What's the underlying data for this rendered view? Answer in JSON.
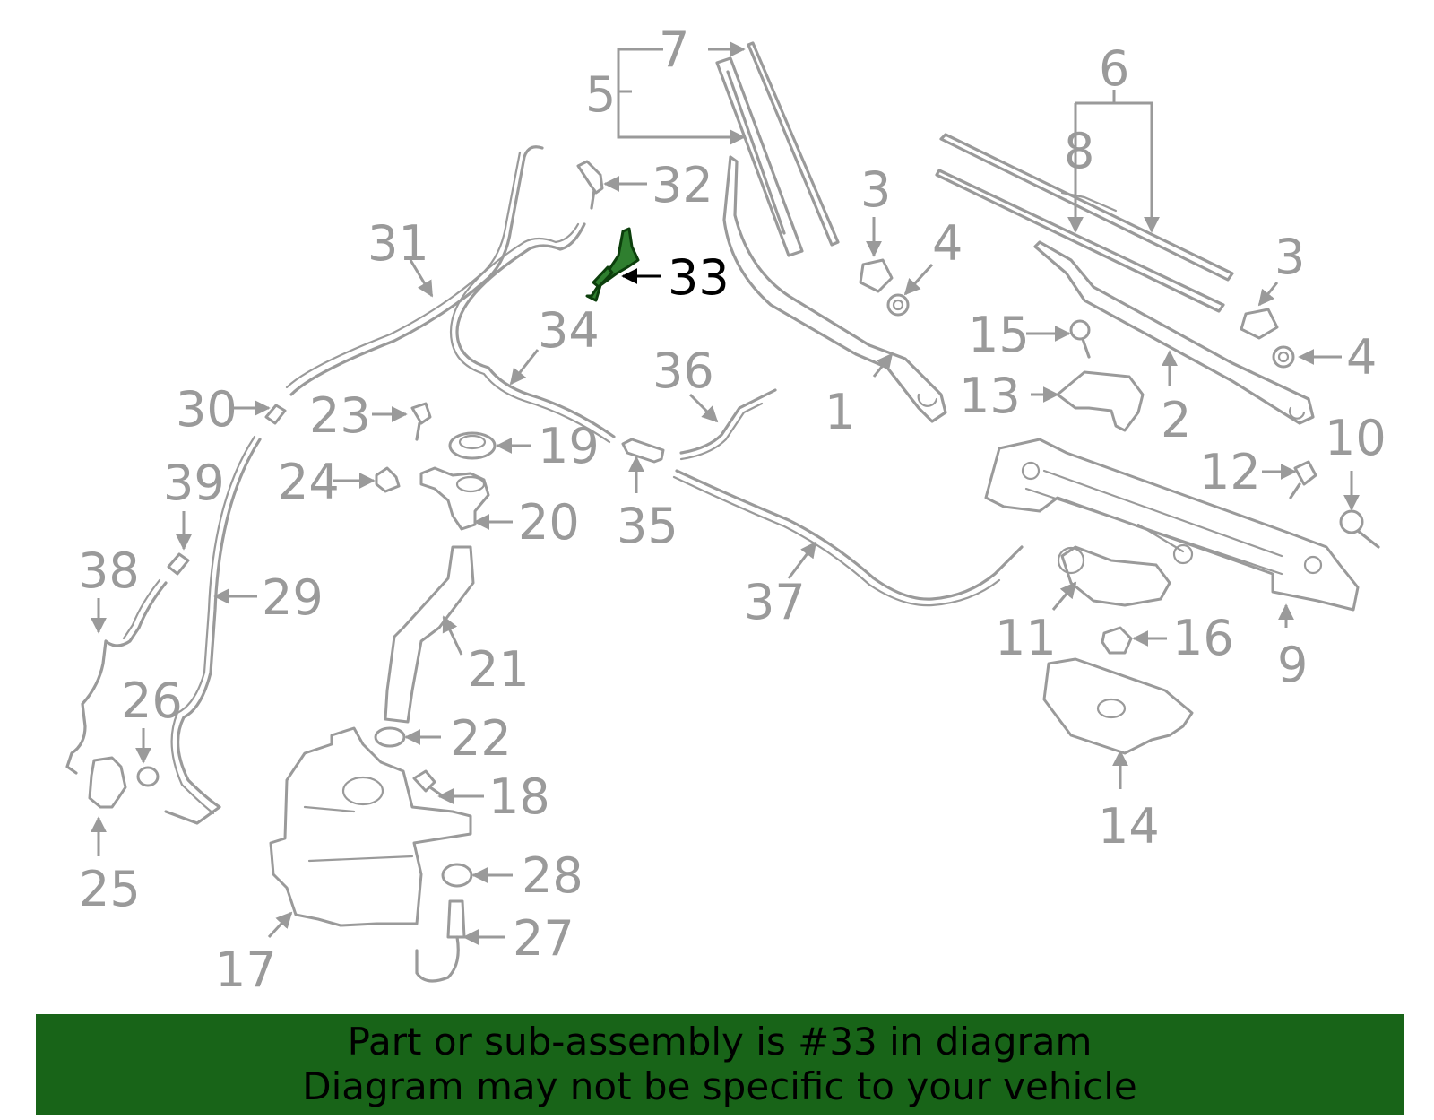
{
  "highlight": {
    "part": "33",
    "color": "#2f7f2f"
  },
  "callouts": [
    {
      "id": "c1",
      "label": "1"
    },
    {
      "id": "c2",
      "label": "2"
    },
    {
      "id": "c3a",
      "label": "3"
    },
    {
      "id": "c3b",
      "label": "3"
    },
    {
      "id": "c4a",
      "label": "4"
    },
    {
      "id": "c4b",
      "label": "4"
    },
    {
      "id": "c5",
      "label": "5"
    },
    {
      "id": "c6",
      "label": "6"
    },
    {
      "id": "c7",
      "label": "7"
    },
    {
      "id": "c8",
      "label": "8"
    },
    {
      "id": "c9",
      "label": "9"
    },
    {
      "id": "c10",
      "label": "10"
    },
    {
      "id": "c11",
      "label": "11"
    },
    {
      "id": "c12",
      "label": "12"
    },
    {
      "id": "c13",
      "label": "13"
    },
    {
      "id": "c14",
      "label": "14"
    },
    {
      "id": "c15",
      "label": "15"
    },
    {
      "id": "c16",
      "label": "16"
    },
    {
      "id": "c17",
      "label": "17"
    },
    {
      "id": "c18",
      "label": "18"
    },
    {
      "id": "c19",
      "label": "19"
    },
    {
      "id": "c20",
      "label": "20"
    },
    {
      "id": "c21",
      "label": "21"
    },
    {
      "id": "c22",
      "label": "22"
    },
    {
      "id": "c23",
      "label": "23"
    },
    {
      "id": "c24",
      "label": "24"
    },
    {
      "id": "c25",
      "label": "25"
    },
    {
      "id": "c26",
      "label": "26"
    },
    {
      "id": "c27",
      "label": "27"
    },
    {
      "id": "c28",
      "label": "28"
    },
    {
      "id": "c29",
      "label": "29"
    },
    {
      "id": "c30",
      "label": "30"
    },
    {
      "id": "c31",
      "label": "31"
    },
    {
      "id": "c32",
      "label": "32"
    },
    {
      "id": "c33",
      "label": "33"
    },
    {
      "id": "c34",
      "label": "34"
    },
    {
      "id": "c35",
      "label": "35"
    },
    {
      "id": "c36",
      "label": "36"
    },
    {
      "id": "c37",
      "label": "37"
    },
    {
      "id": "c38",
      "label": "38"
    },
    {
      "id": "c39",
      "label": "39"
    }
  ],
  "banner": {
    "line1": "Part or sub-assembly is #33 in diagram",
    "line2": "Diagram may not be specific to your vehicle",
    "background": "#186418"
  }
}
